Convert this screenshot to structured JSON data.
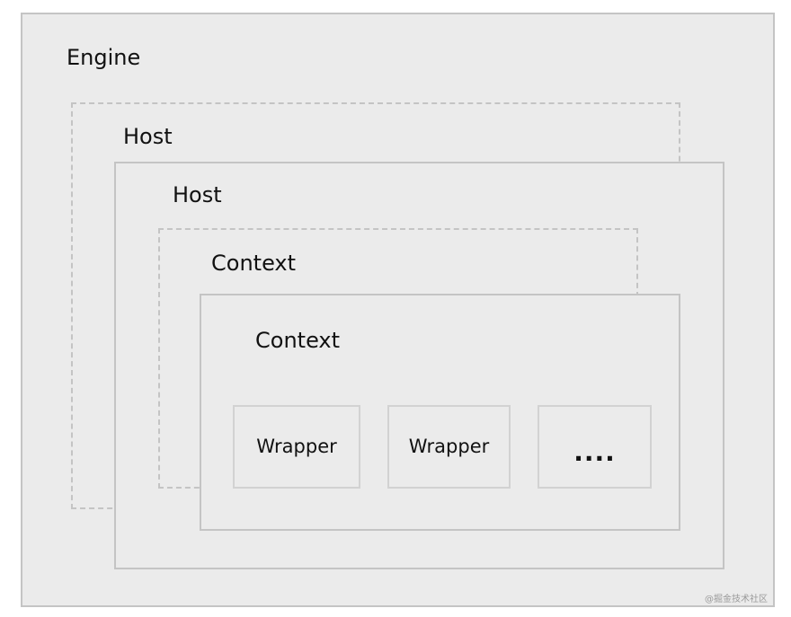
{
  "engine": {
    "label": "Engine"
  },
  "host_back": {
    "label": "Host"
  },
  "host_front": {
    "label": "Host"
  },
  "context_back": {
    "label": "Context"
  },
  "context_front": {
    "label": "Context"
  },
  "wrappers": [
    {
      "label": "Wrapper"
    },
    {
      "label": "Wrapper"
    },
    {
      "label": "...."
    }
  ],
  "watermark": "@掘金技术社区"
}
